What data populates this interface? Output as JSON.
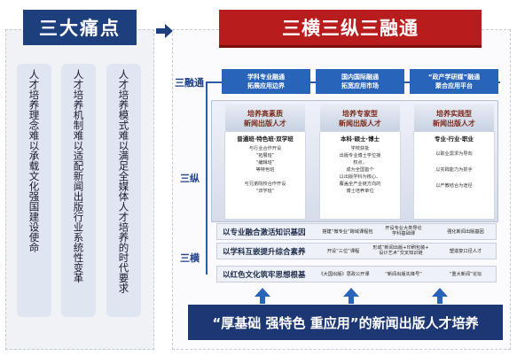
{
  "left": {
    "title": "三大痛点",
    "pain_points": [
      "人才培养理念难以承载文化强国建设使命",
      "人才培养机制难以适配新闻出版行业系统性变革",
      "人才培养模式难以满足全媒体人才培养的时代要求"
    ]
  },
  "right": {
    "title": "三横三纵三融通",
    "axis_labels": {
      "rongtong": "三融通",
      "zong": "三纵",
      "heng": "三横"
    },
    "top_boxes": [
      "学科专业融通\n拓展应用边界",
      "国内国际融通\n拓宽应用市场",
      "“政产学研媒”融通\n聚合应用平台"
    ],
    "columns": [
      {
        "head": "培养高素质\n新闻出版人才",
        "sub": "普通班·特色班·双学班",
        "items": [
          "与行业合作开设",
          "“拓展班”",
          "“编辑班”",
          "等特色班",
          "",
          "与兄弟院校合作开设",
          "“双学班”"
        ]
      },
      {
        "head": "培养专家型\n新闻出版人才",
        "sub": "本科·硕士·博士",
        "items": [
          "学校获批",
          "出版专业博士学位授",
          "权点，",
          "成为全国首个",
          "以出版学科为核心、",
          "覆盖全产业链方向的",
          "博士培养单位"
        ]
      },
      {
        "head": "培养实践型\n新闻出版人才",
        "sub": "专业·行业·职业",
        "items": [
          "以职业需求为导向",
          "",
          "以实践能力为抓手",
          "",
          "以产教结合为途径"
        ]
      }
    ],
    "rows": [
      {
        "label": "以专业融合激活知识基因",
        "cells": [
          "搭建“微专业”跨域课程包",
          "开设专业大类导论\n学科基础课",
          "强化新闻出版基因"
        ]
      },
      {
        "label": "以学科互嵌提升综合素养",
        "cells": [
          "开设“三位”课程",
          "形成“新闻出版+印刷包装+\n设计艺术”交叉知识链",
          "塑造复口径人才"
        ]
      },
      {
        "label": "以红色文化筑牢思想根基",
        "cells": [
          "《大国出版》思政公开课",
          "“新闻出版先锋号”",
          "“重大新闻”论坛"
        ]
      }
    ],
    "banner": "“厚基础 强特色 重应用”的新闻出版人才培养"
  },
  "colors": {
    "navy": "#1d3f7e",
    "red": "#b91c1c",
    "blue": "#2864b9",
    "banner": "#1c3774"
  }
}
